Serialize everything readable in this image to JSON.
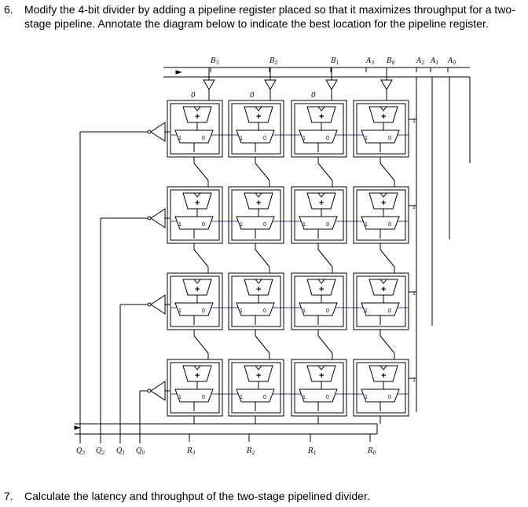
{
  "question6": {
    "number": "6.",
    "text": "Modify the 4-bit divider by adding a pipeline register placed so that it maximizes throughput for a two-stage pipeline.  Annotate the diagram below to indicate the best location for the pipeline register."
  },
  "question7": {
    "number": "7.",
    "text": "Calculate the latency and throughput of the two-stage pipelined divider."
  },
  "diagram": {
    "top_labels": [
      {
        "base": "B",
        "sub": "3"
      },
      {
        "base": "B",
        "sub": "2"
      },
      {
        "base": "B",
        "sub": "1"
      },
      {
        "base": "A",
        "sub": "3"
      },
      {
        "base": "B",
        "sub": "0"
      },
      {
        "base": "A",
        "sub": "2"
      },
      {
        "base": "A",
        "sub": "1"
      },
      {
        "base": "A",
        "sub": "0"
      }
    ],
    "quotient_labels": [
      {
        "base": "Q",
        "sub": "3"
      },
      {
        "base": "Q",
        "sub": "2"
      },
      {
        "base": "Q",
        "sub": "1"
      },
      {
        "base": "Q",
        "sub": "0"
      }
    ],
    "remainder_labels": [
      {
        "base": "R",
        "sub": "3"
      },
      {
        "base": "R",
        "sub": "2"
      },
      {
        "base": "R",
        "sub": "1"
      },
      {
        "base": "R",
        "sub": "0"
      }
    ],
    "zero_label": "0",
    "one_label": "1",
    "plus_label": "+",
    "mux_one": "1",
    "mux_zero": "0",
    "rows": 4,
    "cols": 4
  }
}
